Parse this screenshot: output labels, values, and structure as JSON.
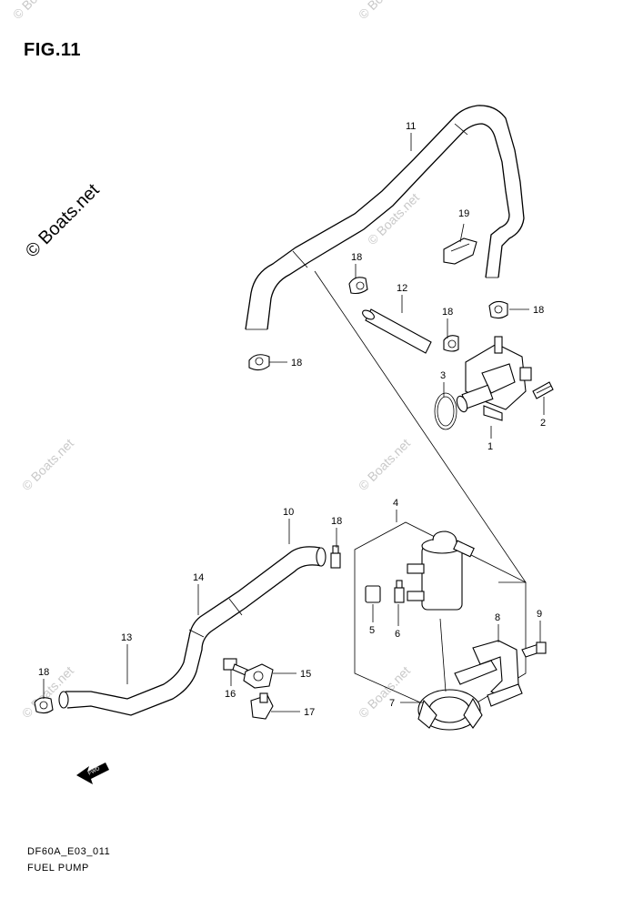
{
  "figure": {
    "title": "FIG.11",
    "drawing_code": "DF60A_E03_011",
    "drawing_name": "FUEL PUMP"
  },
  "watermark": {
    "main": "© Boats.net",
    "repeat": "© Boats.net"
  },
  "fwd_label": "FWD",
  "callouts": {
    "c1": "1",
    "c2": "2",
    "c3": "3",
    "c4": "4",
    "c5": "5",
    "c6": "6",
    "c7": "7",
    "c8": "8",
    "c9": "9",
    "c10": "10",
    "c11": "11",
    "c12": "12",
    "c13": "13",
    "c14": "14",
    "c15": "15",
    "c16": "16",
    "c17": "17",
    "c18a": "18",
    "c18b": "18",
    "c18c": "18",
    "c18d": "18",
    "c18e": "18",
    "c18f": "18",
    "c19": "19"
  }
}
